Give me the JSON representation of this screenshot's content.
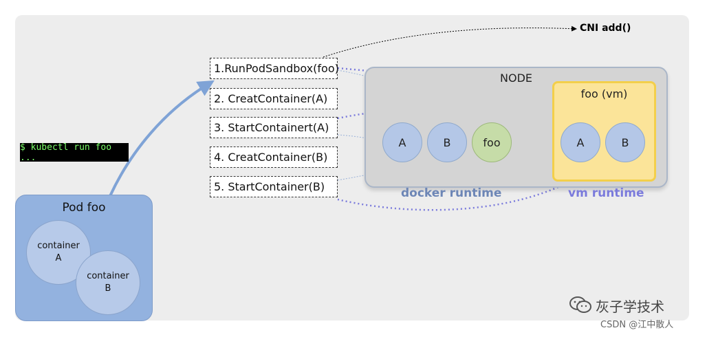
{
  "cni_label": "CNI add()",
  "node": {
    "label": "NODE",
    "docker_runtime": "docker runtime",
    "vm_runtime": "vm runtime",
    "vm_box_label": "foo (vm)"
  },
  "docker_circles": [
    "A",
    "B",
    "foo"
  ],
  "vm_circles": [
    "A",
    "B"
  ],
  "steps": [
    "1.RunPodSandbox(foo)",
    "2. CreatContainer(A)",
    "3. StartContainert(A)",
    "4. CreatContainer(B)",
    "5. StartContainer(B)"
  ],
  "command": "$ kubectl run foo ...",
  "pod": {
    "label": "Pod foo",
    "container_a": [
      "container",
      "A"
    ],
    "container_b": [
      "container",
      "B"
    ]
  },
  "watermark": {
    "title": "灰子学技术",
    "subtitle": "CSDN @江中散人"
  },
  "colors": {
    "canvas": "#ededed",
    "pod": "#93b2df",
    "vm": "#fbe499",
    "docker_label": "#6d86b6",
    "vm_label": "#7b7bdc",
    "dotted_arrow": "#7b7bdc"
  }
}
